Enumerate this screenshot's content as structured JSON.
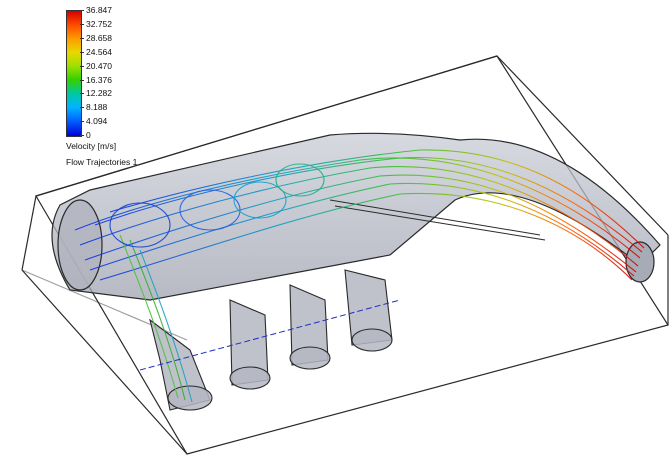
{
  "legend": {
    "ticks": [
      "36.847",
      "32.752",
      "28.658",
      "24.564",
      "20.470",
      "16.376",
      "12.282",
      "8.188",
      "4.094",
      "0"
    ],
    "unit_label": "Velocity [m/s]",
    "plot_name": "Flow Trajectories 1"
  },
  "colors": {
    "scale_top": "#d40000",
    "scale_bottom": "#0000d8",
    "body_gray": "#b9bcc6",
    "edge": "#2a2a2a"
  }
}
